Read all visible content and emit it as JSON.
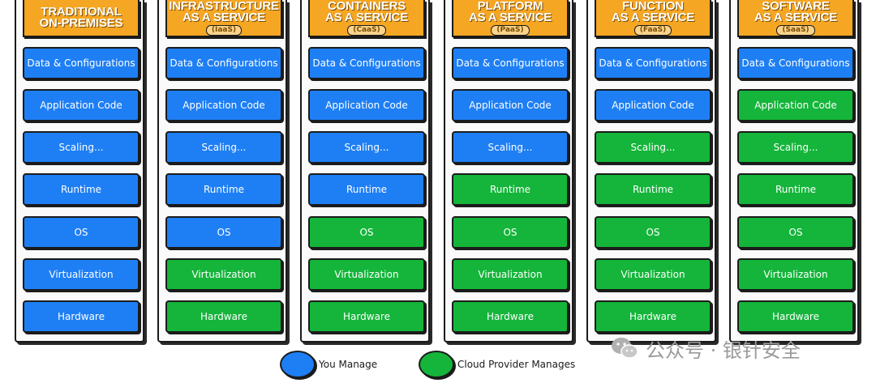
{
  "columns": [
    {
      "title": "TRADITIONAL\nON-PREMISES",
      "abbr": "",
      "layers": [
        {
          "label": "Data & Configurations",
          "managed_by": "you"
        },
        {
          "label": "Application Code",
          "managed_by": "you"
        },
        {
          "label": "Scaling...",
          "managed_by": "you"
        },
        {
          "label": "Runtime",
          "managed_by": "you"
        },
        {
          "label": "OS",
          "managed_by": "you"
        },
        {
          "label": "Virtualization",
          "managed_by": "you"
        },
        {
          "label": "Hardware",
          "managed_by": "you"
        }
      ]
    },
    {
      "title": "INFRASTRUCTURE\nAS A SERVICE",
      "abbr": "(IaaS)",
      "layers": [
        {
          "label": "Data & Configurations",
          "managed_by": "you"
        },
        {
          "label": "Application Code",
          "managed_by": "you"
        },
        {
          "label": "Scaling...",
          "managed_by": "you"
        },
        {
          "label": "Runtime",
          "managed_by": "you"
        },
        {
          "label": "OS",
          "managed_by": "you"
        },
        {
          "label": "Virtualization",
          "managed_by": "provider"
        },
        {
          "label": "Hardware",
          "managed_by": "provider"
        }
      ]
    },
    {
      "title": "CONTAINERS\nAS A SERVICE",
      "abbr": "(CaaS)",
      "layers": [
        {
          "label": "Data & Configurations",
          "managed_by": "you"
        },
        {
          "label": "Application Code",
          "managed_by": "you"
        },
        {
          "label": "Scaling...",
          "managed_by": "you"
        },
        {
          "label": "Runtime",
          "managed_by": "you"
        },
        {
          "label": "OS",
          "managed_by": "provider"
        },
        {
          "label": "Virtualization",
          "managed_by": "provider"
        },
        {
          "label": "Hardware",
          "managed_by": "provider"
        }
      ]
    },
    {
      "title": "PLATFORM\nAS A SERVICE",
      "abbr": "(PaaS)",
      "layers": [
        {
          "label": "Data & Configurations",
          "managed_by": "you"
        },
        {
          "label": "Application Code",
          "managed_by": "you"
        },
        {
          "label": "Scaling...",
          "managed_by": "you"
        },
        {
          "label": "Runtime",
          "managed_by": "provider"
        },
        {
          "label": "OS",
          "managed_by": "provider"
        },
        {
          "label": "Virtualization",
          "managed_by": "provider"
        },
        {
          "label": "Hardware",
          "managed_by": "provider"
        }
      ]
    },
    {
      "title": "FUNCTION\nAS A SERVICE",
      "abbr": "(FaaS)",
      "layers": [
        {
          "label": "Data & Configurations",
          "managed_by": "you"
        },
        {
          "label": "Application Code",
          "managed_by": "you"
        },
        {
          "label": "Scaling...",
          "managed_by": "provider"
        },
        {
          "label": "Runtime",
          "managed_by": "provider"
        },
        {
          "label": "OS",
          "managed_by": "provider"
        },
        {
          "label": "Virtualization",
          "managed_by": "provider"
        },
        {
          "label": "Hardware",
          "managed_by": "provider"
        }
      ]
    },
    {
      "title": "SOFTWARE\nAS A SERVICE",
      "abbr": "(SaaS)",
      "layers": [
        {
          "label": "Data & Configurations",
          "managed_by": "you"
        },
        {
          "label": "Application Code",
          "managed_by": "provider"
        },
        {
          "label": "Scaling...",
          "managed_by": "provider"
        },
        {
          "label": "Runtime",
          "managed_by": "provider"
        },
        {
          "label": "OS",
          "managed_by": "provider"
        },
        {
          "label": "Virtualization",
          "managed_by": "provider"
        },
        {
          "label": "Hardware",
          "managed_by": "provider"
        }
      ]
    }
  ],
  "legend": {
    "you": {
      "label": "You Manage",
      "color": "#1e7ff5"
    },
    "provider": {
      "label": "Cloud Provider Manages",
      "color": "#14b53a"
    }
  },
  "colors": {
    "header": "#f5a623"
  },
  "watermark": {
    "text": "公众号 · 银针安全",
    "icon": "wechat-icon"
  }
}
